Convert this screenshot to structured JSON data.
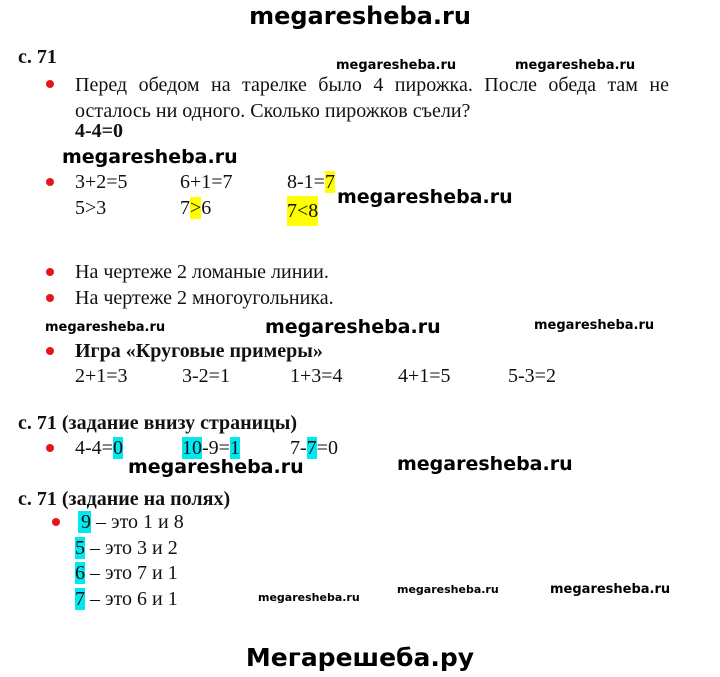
{
  "watermark": "megaresheba.ru",
  "footer": "Мегарешеба.ру",
  "s1": {
    "heading": "с. 71",
    "problem": "Перед обедом на тарелке было 4 пирожка. После обеда там не осталось ни одного. Сколько пирожков съели?",
    "answer": "4-4=0",
    "row1": [
      "3+2=5",
      "6+1=7",
      "8-1="
    ],
    "row1_hl": "7",
    "row2a": "5>3",
    "row2b_pre": "7",
    "row2b_hl": ">",
    "row2b_post": "6",
    "row2c_hl": "7<8",
    "line1": "На чертеже 2 ломаные линии.",
    "line2": "На чертеже 2 многоугольника.",
    "game": "Игра «Круговые примеры»",
    "game_row": [
      "2+1=3",
      "3-2=1",
      "1+3=4",
      "4+1=5",
      "5-3=2"
    ]
  },
  "s2": {
    "heading": "с. 71 (задание внизу страницы)",
    "e1_pre": "4-4=",
    "e1_hl": "0",
    "e2_hl1": "10",
    "e2_mid": "-9=",
    "e2_hl2": "1",
    "e3_pre": "7-",
    "e3_hl": "7",
    "e3_post": "=0"
  },
  "s3": {
    "heading": "с. 71 (задание на полях)",
    "lines": [
      {
        "n": "9",
        "t": " – это 1 и 8"
      },
      {
        "n": "5",
        "t": " – это 3 и 2"
      },
      {
        "n": "6",
        "t": " – это 7 и 1"
      },
      {
        "n": "7",
        "t": " – это 6 и 1"
      }
    ]
  }
}
